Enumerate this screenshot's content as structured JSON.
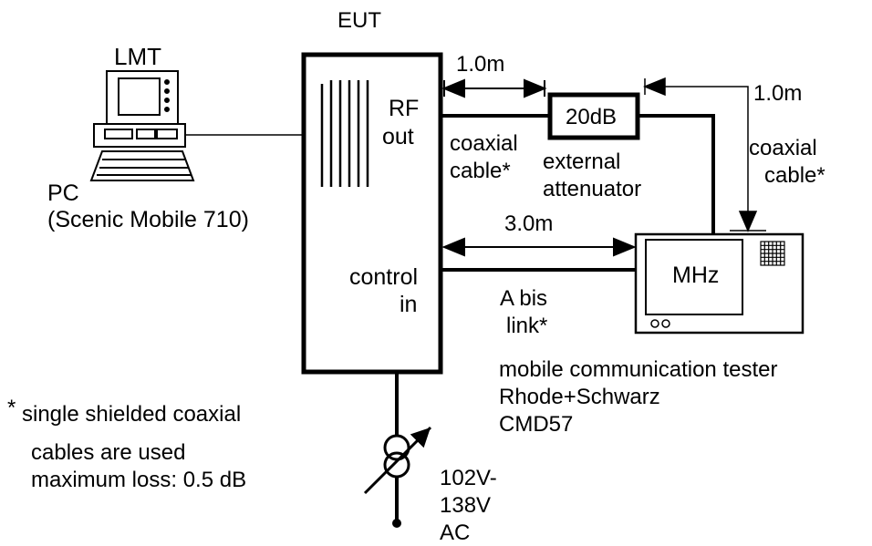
{
  "labels": {
    "eut": "EUT",
    "lmt": "LMT",
    "pc_line1": "PC",
    "pc_line2": "(Scenic Mobile 710)",
    "rf_line1": "RF",
    "rf_line2": "out",
    "control_line1": "control",
    "control_line2": "in",
    "dist_1m_left": "1.0m",
    "dist_1m_right": "1.0m",
    "dist_3m": "3.0m",
    "attenuator_value": "20dB",
    "coax_left_line1": "coaxial",
    "coax_left_line2": "cable*",
    "coax_right_line1": "coaxial",
    "coax_right_line2": "cable*",
    "attenuator_line1": "external",
    "attenuator_line2": "attenuator",
    "abis_line1": "A bis",
    "abis_line2": "link*",
    "tester_display": "MHz",
    "tester_line1": "mobile communication tester",
    "tester_line2": "Rhode+Schwarz",
    "tester_line3": "CMD57",
    "note_star": "*",
    "note_line1": "single shielded coaxial",
    "note_line2": "cables are used",
    "note_line3": "maximum loss: 0.5 dB",
    "power_line1": "102V-",
    "power_line2": "138V",
    "power_line3": "AC"
  }
}
